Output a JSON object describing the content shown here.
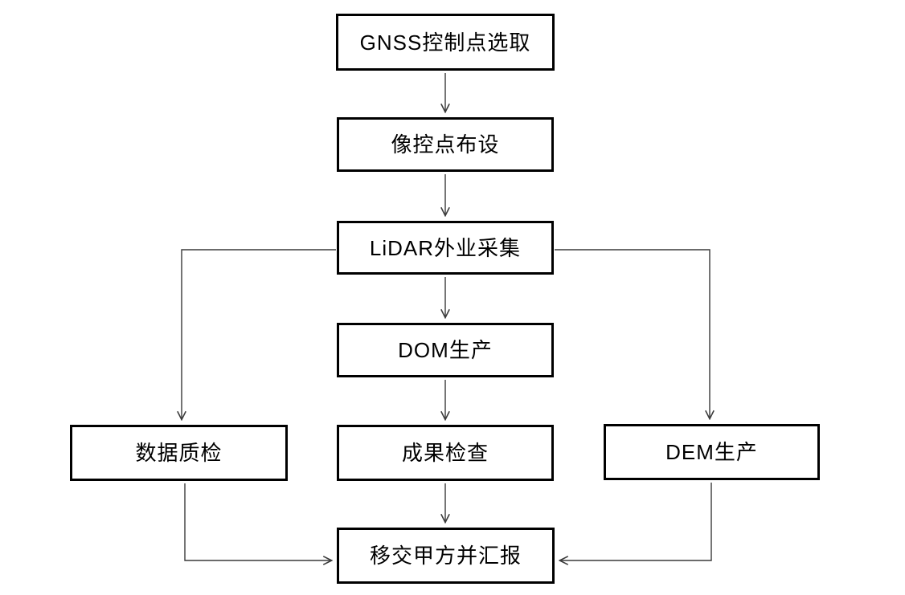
{
  "diagram": {
    "type": "flowchart",
    "nodes": {
      "gnss_control_point_selection": {
        "label": "GNSS控制点选取"
      },
      "image_control_point_layout": {
        "label": "像控点布设"
      },
      "lidar_field_collection": {
        "label": "LiDAR外业采集"
      },
      "dom_production": {
        "label": "DOM生产"
      },
      "data_quality_check": {
        "label": "数据质检"
      },
      "result_inspection": {
        "label": "成果检查"
      },
      "dem_production": {
        "label": "DEM生产"
      },
      "handover_and_report": {
        "label": "移交甲方并汇报"
      }
    },
    "edges": [
      {
        "from": "GNSS控制点选取",
        "to": "像控点布设"
      },
      {
        "from": "像控点布设",
        "to": "LiDAR外业采集"
      },
      {
        "from": "LiDAR外业采集",
        "to": "DOM生产"
      },
      {
        "from": "LiDAR外业采集",
        "to": "数据质检"
      },
      {
        "from": "LiDAR外业采集",
        "to": "DEM生产"
      },
      {
        "from": "DOM生产",
        "to": "成果检查"
      },
      {
        "from": "成果检查",
        "to": "移交甲方并汇报"
      },
      {
        "from": "数据质检",
        "to": "移交甲方并汇报"
      },
      {
        "from": "DEM生产",
        "to": "移交甲方并汇报"
      }
    ],
    "colors": {
      "background": "#ffffff",
      "box_border": "#000000",
      "box_fill": "#ffffff",
      "text": "#000000",
      "connector": "#3a3a3a"
    }
  }
}
